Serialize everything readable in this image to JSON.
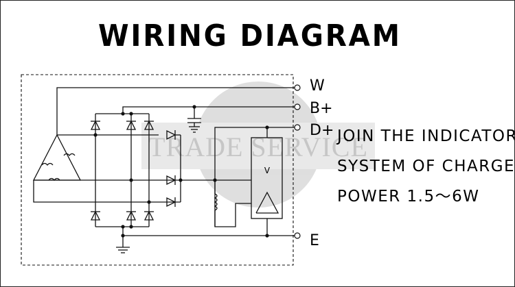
{
  "title": "WIRING DIAGRAM",
  "terminals": {
    "w": "W",
    "b_plus": "B+",
    "d_plus": "D+",
    "e": "E"
  },
  "note": {
    "line1": "JOIN THE INDICATOR",
    "line2": "SYSTEM OF CHARGE",
    "line3": "POWER 1.5～6W"
  },
  "regulator_label": "V",
  "watermark": "TRADE SERVICE"
}
